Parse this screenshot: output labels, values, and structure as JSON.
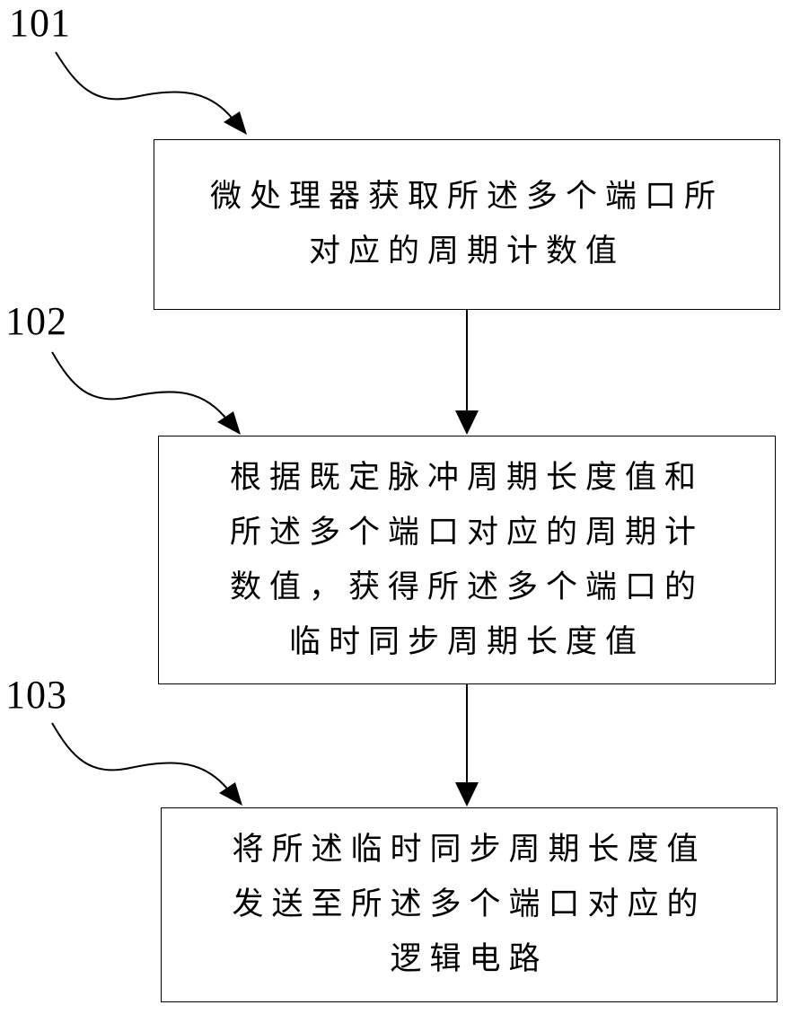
{
  "steps": [
    {
      "id": "101",
      "lines": [
        "微处理器获取所述多个端口所",
        "对应的周期计数值"
      ]
    },
    {
      "id": "102",
      "lines": [
        "根据既定脉冲周期长度值和",
        "所述多个端口对应的周期计",
        "数值，获得所述多个端口的",
        "临时同步周期长度值"
      ]
    },
    {
      "id": "103",
      "lines": [
        "将所述临时同步周期长度值",
        "发送至所述多个端口对应的",
        "逻辑电路"
      ]
    }
  ]
}
